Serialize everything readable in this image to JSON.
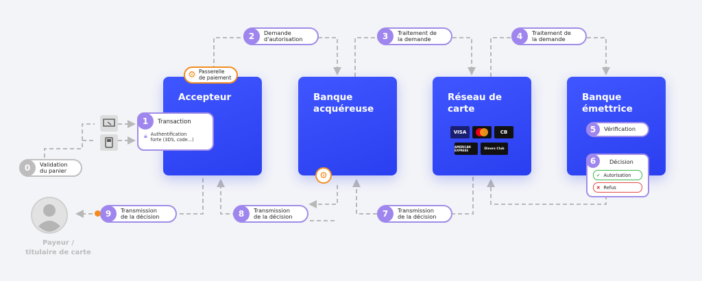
{
  "banks": {
    "accepteur": "Accepteur",
    "acquereuse": [
      "Banque",
      "acquéreuse"
    ],
    "reseau": [
      "Réseau de",
      "carte"
    ],
    "emettrice": [
      "Banque",
      "émettrice"
    ]
  },
  "steps": {
    "s0": {
      "num": "0",
      "label": [
        "Validation",
        "du panier"
      ]
    },
    "s1": {
      "num": "1",
      "label": "Transaction",
      "sub": [
        "Authentification",
        "forte (3DS, code...)"
      ]
    },
    "s2": {
      "num": "2",
      "label": [
        "Demande",
        "d'autorisation"
      ]
    },
    "s3": {
      "num": "3",
      "label": [
        "Traitement de",
        "la demande"
      ]
    },
    "s4": {
      "num": "4",
      "label": [
        "Traitement de",
        "la demande"
      ]
    },
    "s5": {
      "num": "5",
      "label": "Vérification"
    },
    "s6": {
      "num": "6",
      "label": "Décision",
      "ok": "Autorisation",
      "ko": "Refus"
    },
    "s7": {
      "num": "7",
      "label": [
        "Transmission",
        "de la décision"
      ]
    },
    "s8": {
      "num": "8",
      "label": [
        "Transmission",
        "de la décision"
      ]
    },
    "s9": {
      "num": "9",
      "label": [
        "Transmission",
        "de la décision"
      ]
    }
  },
  "gateway": [
    "Passerelle",
    "de paiement"
  ],
  "payer": [
    "Payeur /",
    "titulaire de carte"
  ],
  "card_networks": [
    "VISA",
    "CB",
    "AMERICAN EXPRESS",
    "Diners Club"
  ],
  "colors": {
    "bank": "#3347ff",
    "accent": "#9f86ee",
    "orange": "#f28c1f",
    "line": "#b8b8b8"
  },
  "icons": [
    "gear-icon",
    "lock-icon",
    "user-icon",
    "terminal-icon",
    "computer-icon",
    "check-icon",
    "cross-icon"
  ]
}
